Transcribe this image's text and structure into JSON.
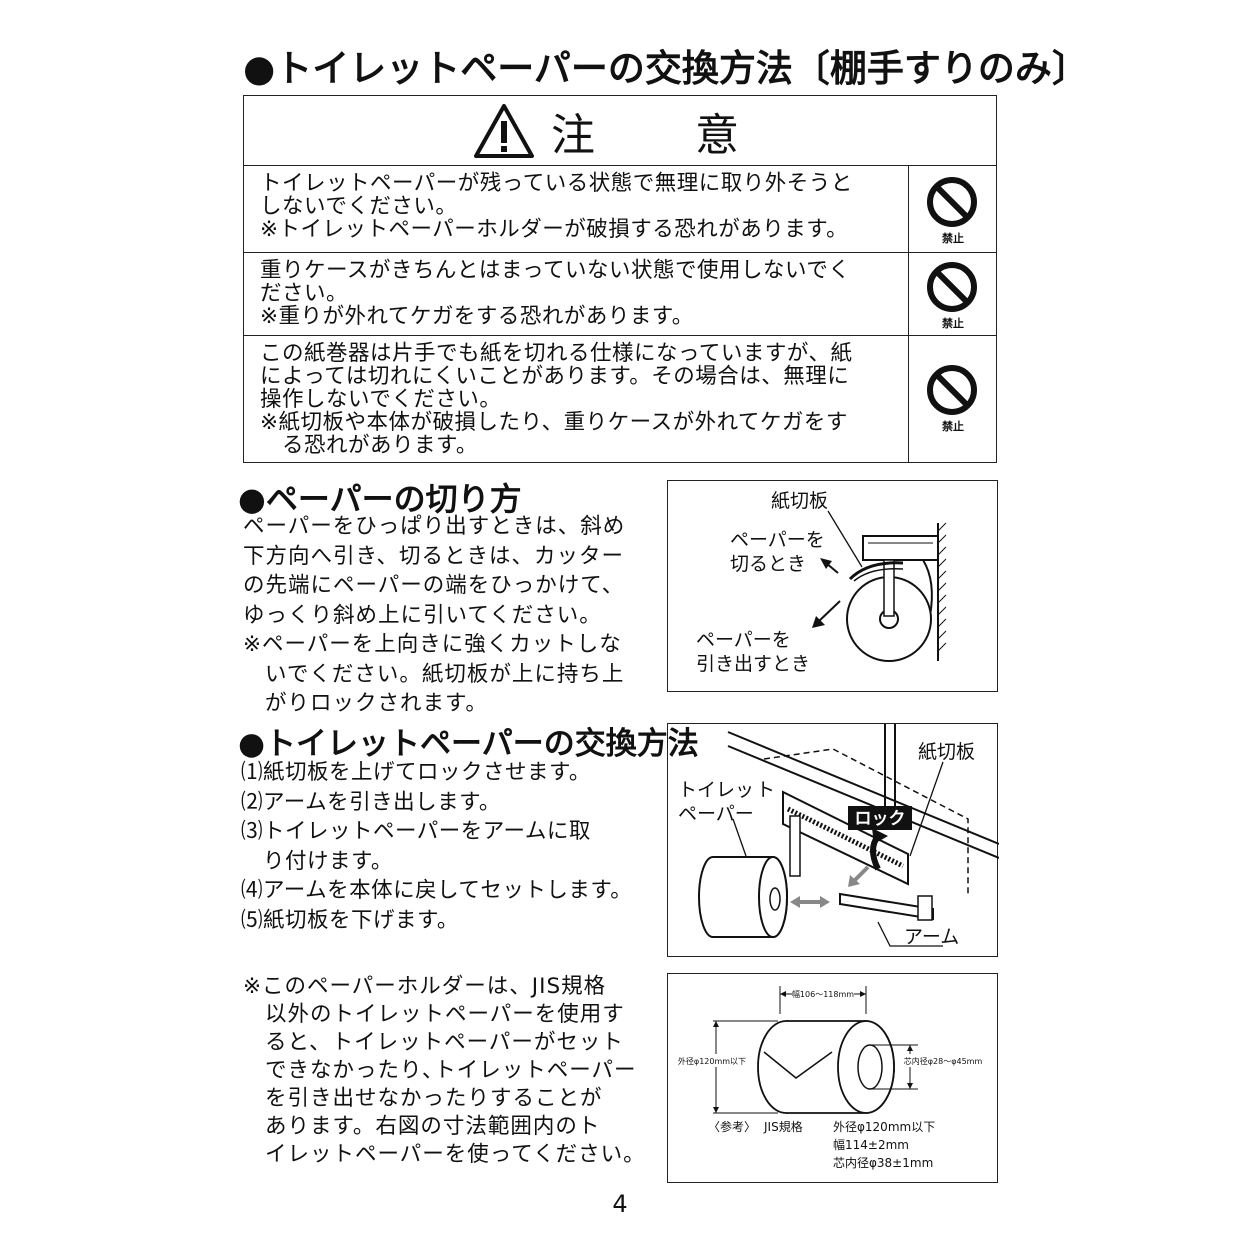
{
  "heading": "●トイレットペーパーの交換方法〔棚手すりのみ〕",
  "caution": {
    "title": "注　意",
    "items": [
      {
        "lines": [
          "トイレットペーパーが残っている状態で無理に取り外そうと",
          "しないでください。"
        ],
        "note": "※トイレットペーパーホルダーが破損する恐れがあります。",
        "icon_label": "禁止"
      },
      {
        "lines": [
          "重りケースがきちんとはまっていない状態で使用しないでく",
          "ださい。"
        ],
        "note": "※重りが外れてケガをする恐れがあります。",
        "icon_label": "禁止"
      },
      {
        "lines": [
          "この紙巻器は片手でも紙を切れる仕様になっていますが、紙",
          "によっては切れにくいことがあります。その場合は、無理に",
          "操作しないでください。"
        ],
        "note": "※紙切板や本体が破損したり、重りケースが外れてケガをす",
        "note2": "る恐れがあります。",
        "icon_label": "禁止"
      }
    ]
  },
  "cutting": {
    "heading": "●ペーパーの切り方",
    "lines": [
      "ペーパーをひっぱり出すときは、斜め",
      "下方向へ引き、切るときは、カッター",
      "の先端にペーパーの端をひっかけて、",
      "ゆっくり斜め上に引いてください。"
    ],
    "note_lines": [
      "※ペーパーを上向きに強くカットしな",
      "いでください。紙切板が上に持ち上",
      "がりロックされます。"
    ],
    "figure": {
      "label_cutter": "紙切板",
      "label_cut_1": "ペーパーを",
      "label_cut_2": "切るとき",
      "label_pull_1": "ペーパーを",
      "label_pull_2": "引き出すとき"
    }
  },
  "replace": {
    "heading": "●トイレットペーパーの交換方法",
    "steps": [
      "⑴紙切板を上げてロックさせます。",
      "⑵アームを引き出します。",
      "⑶トイレットペーパーをアームに取",
      "り付けます。",
      "⑷アームを本体に戻してセットします。",
      "⑸紙切板を下げます。"
    ],
    "figure": {
      "label_cutter": "紙切板",
      "label_paper_1": "トイレッ",
      "label_paper_2": "ト",
      "label_paper_3": "ペーパー",
      "label_lock": "ロック",
      "label_arm": "アーム"
    }
  },
  "jis": {
    "note_lines": [
      "※このペーパーホルダーは、JIS規格",
      "以外のトイレットペーパーを使用す",
      "ると、トイレットペーパーがセット",
      "できなかったり､トイレットペーパー",
      "を引き出せなかったりすることが",
      "あります。右図の寸法範囲内のト",
      "イレットペーパーを使ってください。"
    ],
    "figure": {
      "width_label": "幅106～118mm",
      "outer_label": "外径φ120mm以下",
      "core_label": "芯内径φ28～φ45mm",
      "ref_label": "〈参考〉",
      "std_label": "JIS規格",
      "spec1": "外径φ120mm以下",
      "spec2": "幅114±2mm",
      "spec3": "芯内径φ38±1mm"
    }
  },
  "page_number": "4"
}
